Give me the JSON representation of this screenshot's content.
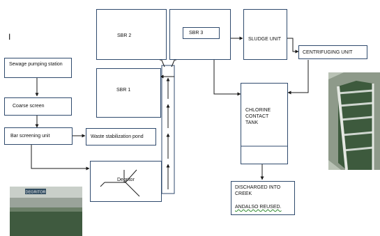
{
  "cursor_mark": "I",
  "nodes": {
    "sewage_pumping": "Sewage pumping station",
    "coarse_screen": "Coarse screen",
    "bar_screening": "Bar screening unit",
    "waste_pond": "Waste stabilization pond",
    "degritor": "Degritor",
    "sbr1": "SBR 1",
    "sbr2": "SBR 2",
    "sbr3": "SBR 3",
    "sludge_unit": "SLUDGE UNIT",
    "centrifuging_unit": "CENTRIFUGING UNIT",
    "chlorine_tank": "CHLORINE CONTACT TANK",
    "discharged": "DISCHARGED INTO CREEK",
    "reused": "ANDALSO REUSED."
  },
  "photo_label": "DEGRITOR",
  "colors": {
    "box_border": "#2f4a6d",
    "arrow": "#1a1a1a",
    "underline": "#2e8b2e"
  }
}
